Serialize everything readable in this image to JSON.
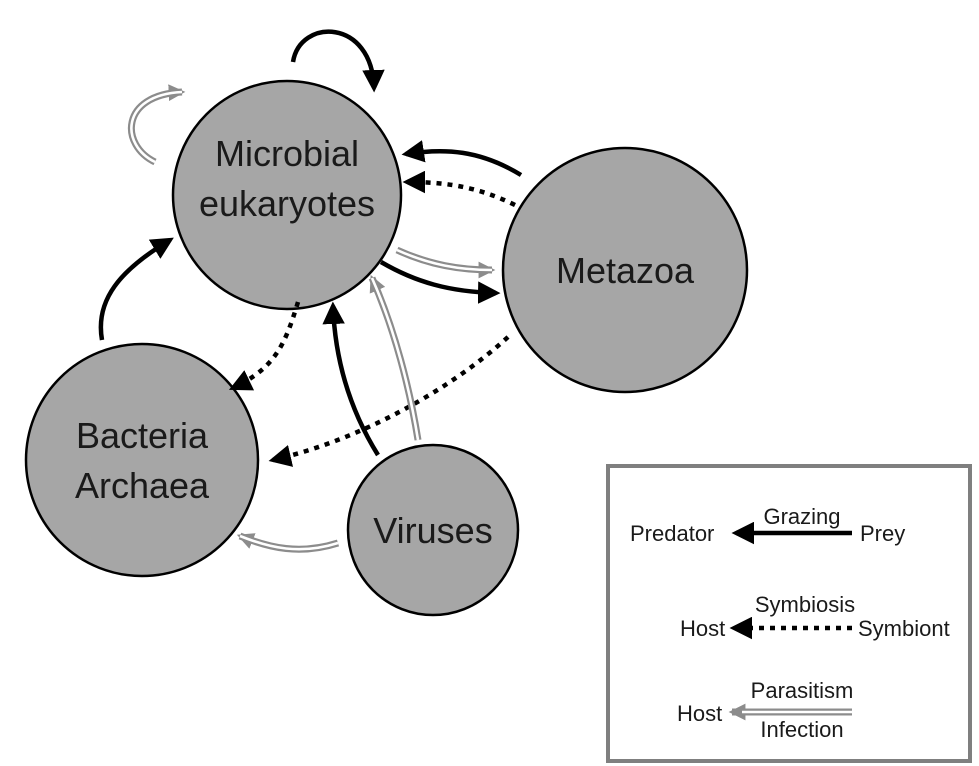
{
  "nodes": {
    "microbial_eukaryotes": {
      "line1": "Microbial",
      "line2": "eukaryotes"
    },
    "metazoa": {
      "label": "Metazoa"
    },
    "bacteria_archaea": {
      "line1": "Bacteria",
      "line2": "Archaea"
    },
    "viruses": {
      "label": "Viruses"
    }
  },
  "legend": {
    "grazing": {
      "title": "Grazing",
      "left": "Predator",
      "right": "Prey"
    },
    "symbiosis": {
      "title": "Symbiosis",
      "left": "Host",
      "right": "Symbiont"
    },
    "parasitism": {
      "title": "Parasitism",
      "subtitle": "Infection",
      "left": "Host"
    }
  },
  "colors": {
    "node_fill": "#a6a6a6",
    "node_stroke": "#000000",
    "grazing": "#000000",
    "symbiosis": "#000000",
    "parasitism": "#8c8c8c",
    "legend_border": "#7f7f7f"
  }
}
